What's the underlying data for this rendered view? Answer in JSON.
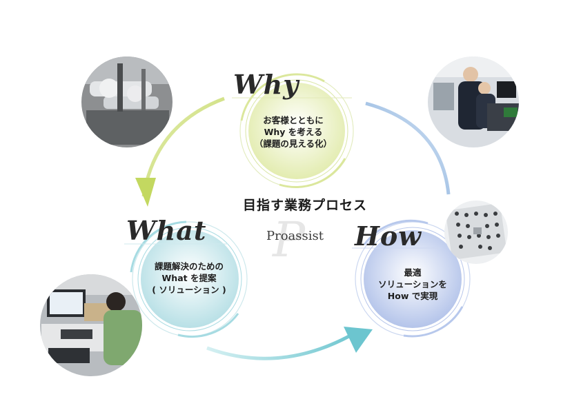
{
  "center": {
    "title": "目指す業務プロセス",
    "brand": "Proassist"
  },
  "steps": [
    {
      "heading": "Why",
      "lines": [
        "お客様とともに",
        "Why を考える",
        "（課題の見える化）"
      ]
    },
    {
      "heading": "What",
      "lines": [
        "課題解決のための",
        "What を提案",
        "( ソリューション )"
      ]
    },
    {
      "heading": "How",
      "lines": [
        "最適",
        "ソリューションを",
        "How で実現"
      ]
    }
  ],
  "colors": {
    "why_fill": "#eef3c8",
    "what_fill": "#cfe9ee",
    "how_fill": "#c9d4ef",
    "arrow_green": "#c8dc6a",
    "arrow_teal": "#7fcfd6",
    "arrow_blue": "#8fb6e0"
  },
  "photos": [
    {
      "name": "machinery-photo",
      "icon": "factory-machine"
    },
    {
      "name": "meeting-photo",
      "icon": "people-at-desk"
    },
    {
      "name": "circuit-board-photo",
      "icon": "circuit-board"
    },
    {
      "name": "workstation-photo",
      "icon": "engineer-at-computer"
    }
  ]
}
